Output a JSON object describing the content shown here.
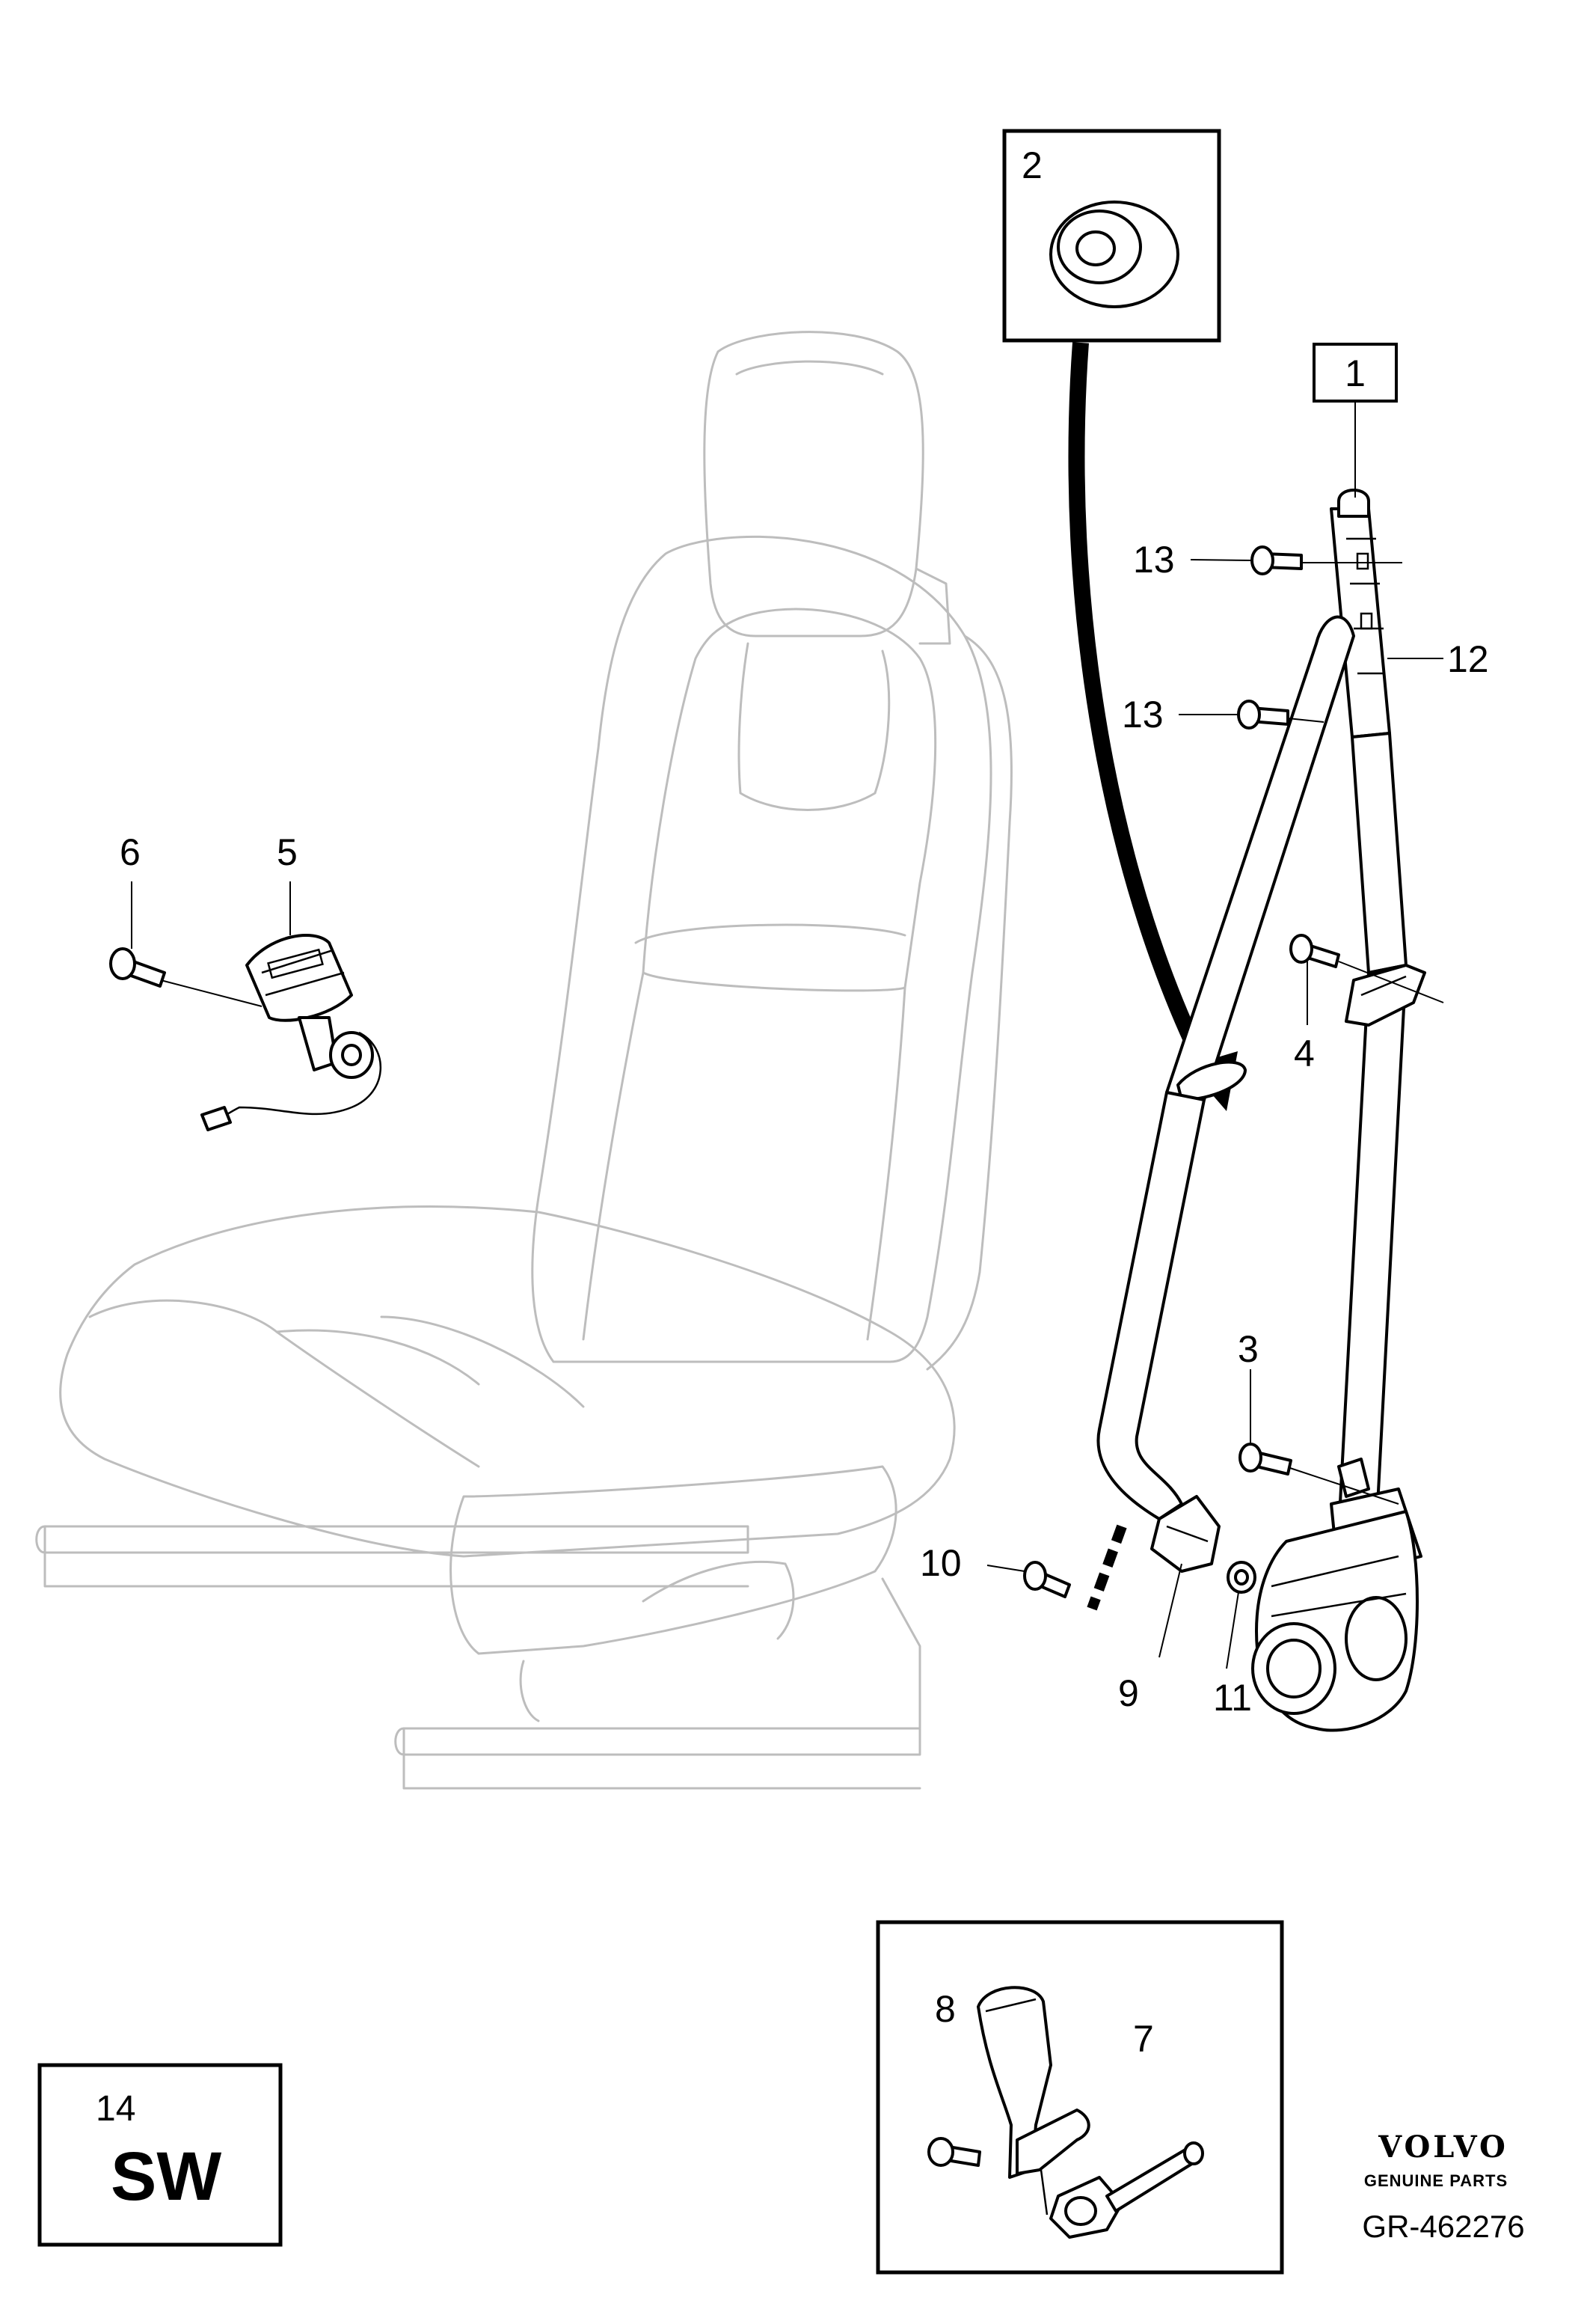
{
  "callouts": {
    "c1": "1",
    "c2": "2",
    "c3": "3",
    "c4": "4",
    "c5": "5",
    "c6": "6",
    "c7": "7",
    "c8": "8",
    "c9": "9",
    "c10": "10",
    "c11": "11",
    "c12": "12",
    "c13a": "13",
    "c13b": "13"
  },
  "sw_box": {
    "number": "14",
    "code": "SW"
  },
  "brand": {
    "name": "VOLVO",
    "tagline": "GENUINE PARTS"
  },
  "reference": "GR-462276"
}
